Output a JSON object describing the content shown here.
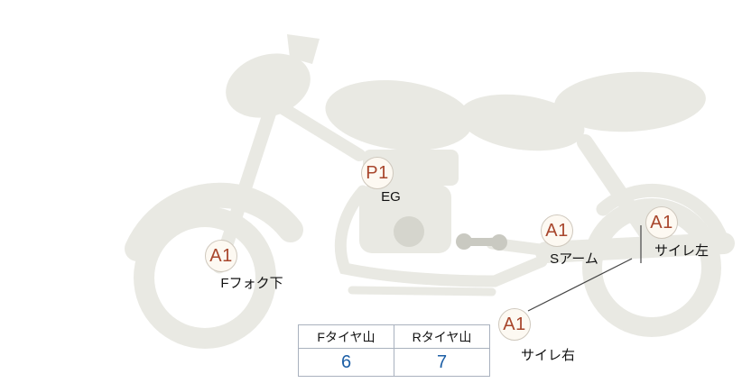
{
  "markers": [
    {
      "code": "A1",
      "label": "Fフォク下"
    },
    {
      "code": "P1",
      "label": "EG"
    },
    {
      "code": "A1",
      "label": "Sアーム"
    },
    {
      "code": "A1",
      "label": "サイレ左"
    },
    {
      "code": "A1",
      "label": "サイレ右"
    }
  ],
  "tire_table": {
    "columns": [
      {
        "header": "Fタイヤ山",
        "value": "6"
      },
      {
        "header": "Rタイヤ山",
        "value": "7"
      }
    ]
  },
  "colors": {
    "marker_text": "#a8462c",
    "marker_fill": "#fdf9f2",
    "marker_border": "#cfc8bd",
    "tread_value_text": "#1d5fa6",
    "bike_fill": "#e9e9e3",
    "bike_accent": "#c9c9c1",
    "table_border": "#a9b1be",
    "leader_line": "#444444"
  }
}
